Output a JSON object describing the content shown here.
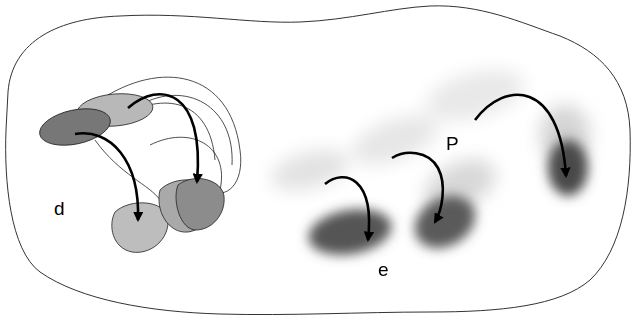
{
  "diagram": {
    "labels": [
      "P",
      "d",
      "e"
    ]
  }
}
